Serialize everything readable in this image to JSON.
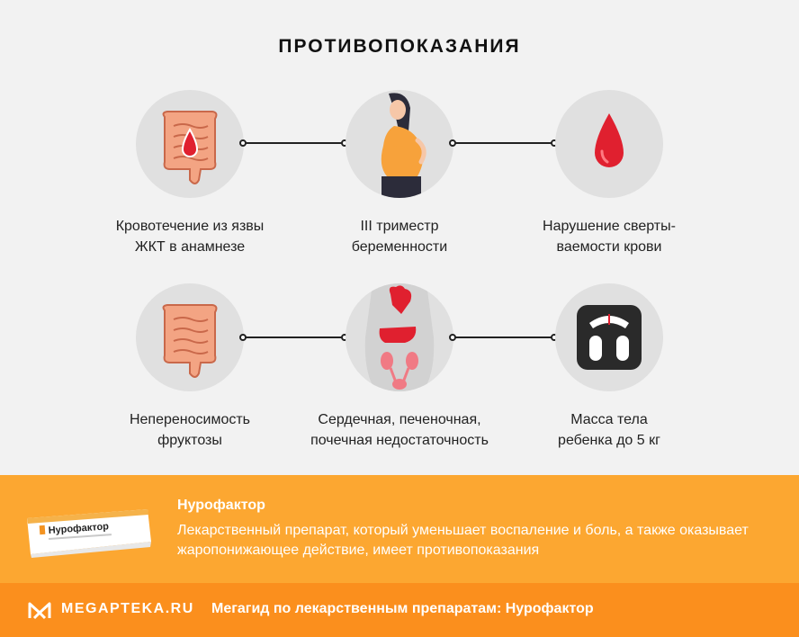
{
  "header": {
    "title": "ПРОТИВОПОКАЗАНИЯ"
  },
  "contraindications": [
    {
      "label_line1": "Кровотечение из язвы",
      "label_line2": "ЖКТ в анамнезе",
      "icon": "intestine-blood-icon"
    },
    {
      "label_line1": "III триместр",
      "label_line2": "беременности",
      "icon": "pregnant-woman-icon"
    },
    {
      "label_line1": "Нарушение сверты-",
      "label_line2": "ваемости крови",
      "icon": "blood-drop-icon"
    },
    {
      "label_line1": "Непереносимость",
      "label_line2": "фруктозы",
      "icon": "intestine-icon"
    },
    {
      "label_line1": "Сердечная, печеночная,",
      "label_line2": "почечная недостаточность",
      "icon": "organs-icon"
    },
    {
      "label_line1": "Масса тела",
      "label_line2": "ребенка до 5 кг",
      "icon": "scale-icon"
    }
  ],
  "product": {
    "name": "Нурофактор",
    "box_label": "Нурофактор",
    "description": "Лекарственный препарат, который уменьшает воспаление и боль, а также оказывает жаропонижающее действие, имеет противопоказания"
  },
  "footer": {
    "logo_text": "MEGAPTEKA.RU",
    "tagline": "Мегагид по лекарственным препаратам: Нурофактор"
  },
  "colors": {
    "background": "#f2f2f2",
    "circle": "#e0e0e0",
    "band": "#fca731",
    "footer": "#fb8f1d",
    "blood": "#e0202f",
    "organ": "#f3a483"
  }
}
